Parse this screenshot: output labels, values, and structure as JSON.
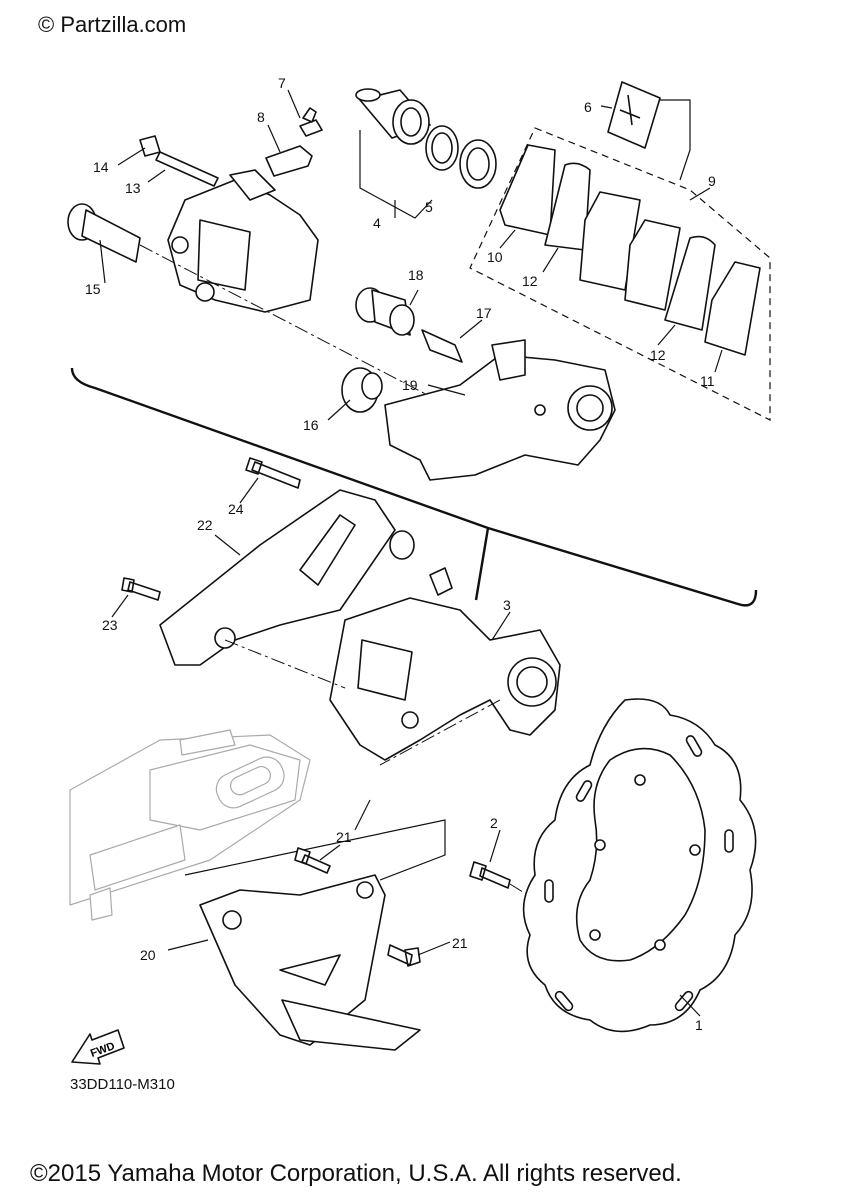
{
  "header": {
    "watermark": "© Partzilla.com"
  },
  "diagram": {
    "code": "33DD110-M310",
    "fwd_label": "FWD",
    "callouts": [
      {
        "id": "c1",
        "label": "1"
      },
      {
        "id": "c2",
        "label": "2"
      },
      {
        "id": "c3",
        "label": "3"
      },
      {
        "id": "c4",
        "label": "4"
      },
      {
        "id": "c5",
        "label": "5"
      },
      {
        "id": "c6",
        "label": "6"
      },
      {
        "id": "c7",
        "label": "7"
      },
      {
        "id": "c8",
        "label": "8"
      },
      {
        "id": "c9",
        "label": "9"
      },
      {
        "id": "c10",
        "label": "10"
      },
      {
        "id": "c11",
        "label": "11"
      },
      {
        "id": "c12a",
        "label": "12"
      },
      {
        "id": "c12b",
        "label": "12"
      },
      {
        "id": "c13",
        "label": "13"
      },
      {
        "id": "c14",
        "label": "14"
      },
      {
        "id": "c15",
        "label": "15"
      },
      {
        "id": "c16",
        "label": "16"
      },
      {
        "id": "c17",
        "label": "17"
      },
      {
        "id": "c18",
        "label": "18"
      },
      {
        "id": "c19",
        "label": "19"
      },
      {
        "id": "c20",
        "label": "20"
      },
      {
        "id": "c21a",
        "label": "21"
      },
      {
        "id": "c21b",
        "label": "21"
      },
      {
        "id": "c22",
        "label": "22"
      },
      {
        "id": "c23",
        "label": "23"
      },
      {
        "id": "c24",
        "label": "24"
      }
    ]
  },
  "footer": {
    "copyright": "©2015 Yamaha Motor Corporation, U.S.A. All rights reserved."
  }
}
